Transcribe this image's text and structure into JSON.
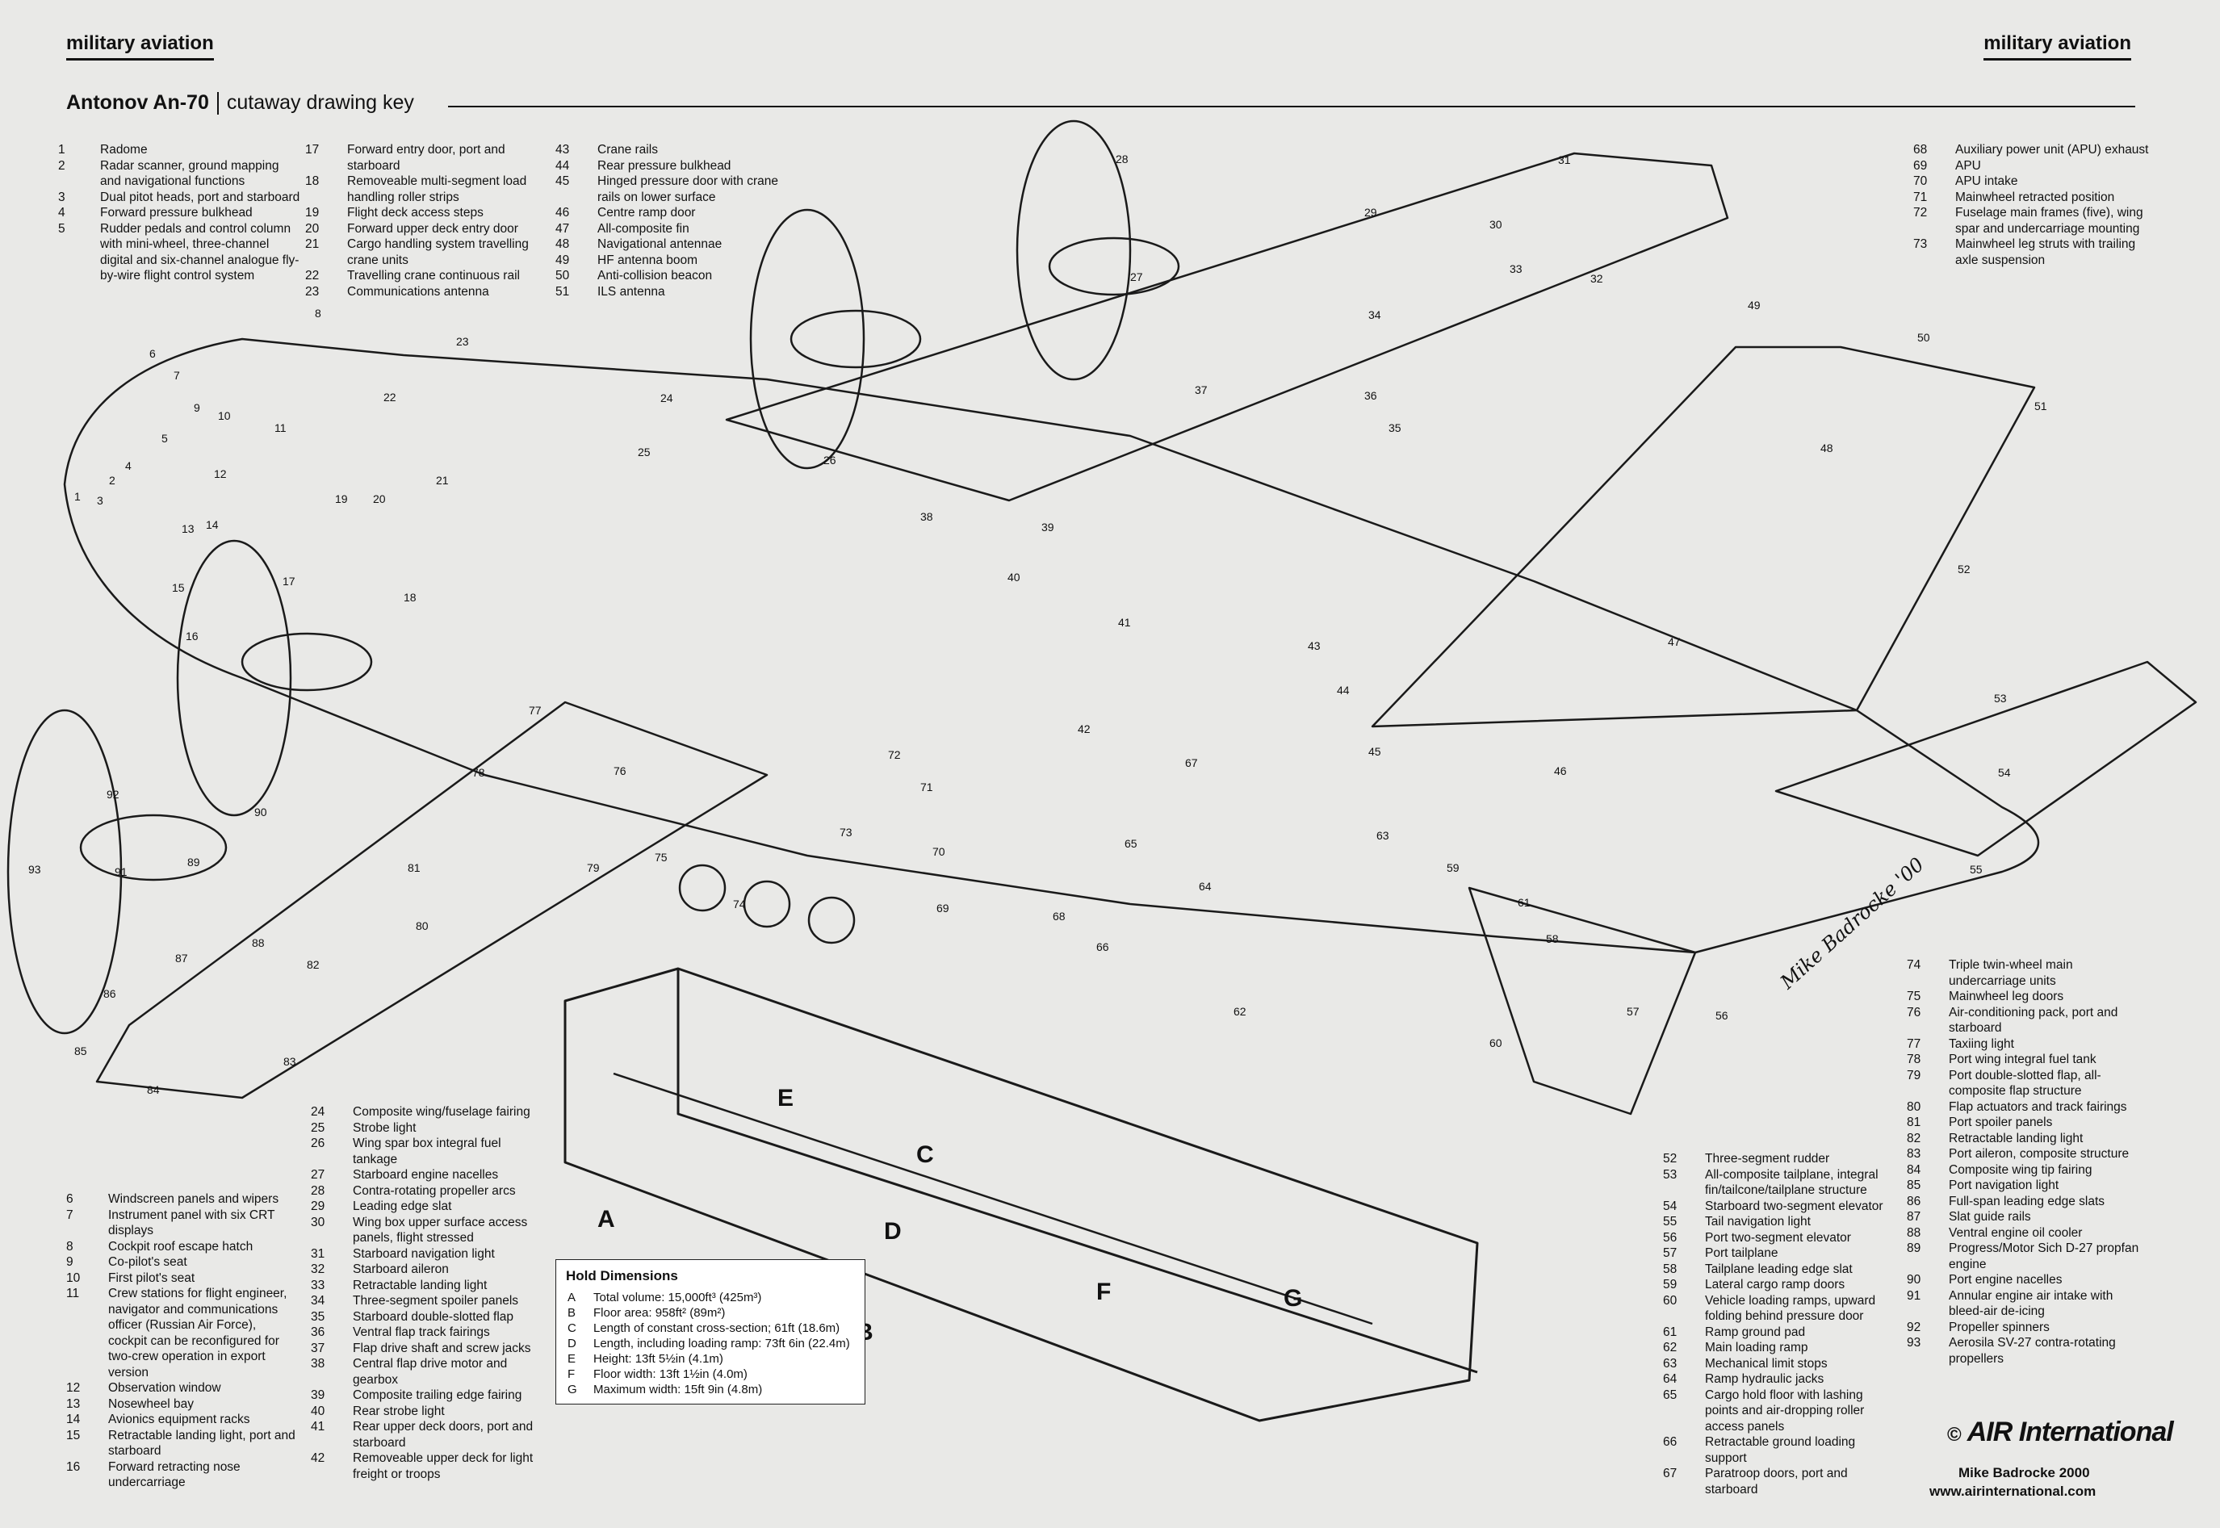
{
  "header": {
    "left": "military aviation",
    "right": "military aviation"
  },
  "title": {
    "main": "Antonov An-70",
    "sub": "cutaway drawing key"
  },
  "key": {
    "col1": [
      {
        "n": "1",
        "t": "Radome"
      },
      {
        "n": "2",
        "t": "Radar scanner, ground mapping and navigational functions"
      },
      {
        "n": "3",
        "t": "Dual pitot heads, port and starboard"
      },
      {
        "n": "4",
        "t": "Forward pressure bulkhead"
      },
      {
        "n": "5",
        "t": "Rudder pedals and control column with mini-wheel, three-channel digital and six-channel analogue fly-by-wire flight control system"
      }
    ],
    "col2": [
      {
        "n": "17",
        "t": "Forward entry door, port and starboard"
      },
      {
        "n": "18",
        "t": "Removeable multi-segment load handling roller strips"
      },
      {
        "n": "19",
        "t": "Flight deck access steps"
      },
      {
        "n": "20",
        "t": "Forward upper deck entry door"
      },
      {
        "n": "21",
        "t": "Cargo handling system travelling crane units"
      },
      {
        "n": "22",
        "t": "Travelling crane continuous rail"
      },
      {
        "n": "23",
        "t": "Communications antenna"
      }
    ],
    "col3": [
      {
        "n": "43",
        "t": "Crane rails"
      },
      {
        "n": "44",
        "t": "Rear pressure bulkhead"
      },
      {
        "n": "45",
        "t": "Hinged pressure door with crane rails on lower surface"
      },
      {
        "n": "46",
        "t": "Centre ramp door"
      },
      {
        "n": "47",
        "t": "All-composite fin"
      },
      {
        "n": "48",
        "t": "Navigational antennae"
      },
      {
        "n": "49",
        "t": "HF antenna boom"
      },
      {
        "n": "50",
        "t": "Anti-collision beacon"
      },
      {
        "n": "51",
        "t": "ILS antenna"
      }
    ],
    "col4": [
      {
        "n": "68",
        "t": "Auxiliary power unit (APU) exhaust"
      },
      {
        "n": "69",
        "t": "APU"
      },
      {
        "n": "70",
        "t": "APU intake"
      },
      {
        "n": "71",
        "t": "Mainwheel retracted position"
      },
      {
        "n": "72",
        "t": "Fuselage main frames (five), wing spar and undercarriage mounting"
      },
      {
        "n": "73",
        "t": "Mainwheel leg struts with trailing axle suspension"
      }
    ],
    "col5": [
      {
        "n": "6",
        "t": "Windscreen panels and wipers"
      },
      {
        "n": "7",
        "t": "Instrument panel with six CRT displays"
      },
      {
        "n": "8",
        "t": "Cockpit roof escape hatch"
      },
      {
        "n": "9",
        "t": "Co-pilot's seat"
      },
      {
        "n": "10",
        "t": "First pilot's seat"
      },
      {
        "n": "11",
        "t": "Crew stations for flight engineer, navigator and communications officer (Russian Air Force), cockpit can be reconfigured for two-crew operation in export version"
      },
      {
        "n": "12",
        "t": "Observation window"
      },
      {
        "n": "13",
        "t": "Nosewheel bay"
      },
      {
        "n": "14",
        "t": "Avionics equipment racks"
      },
      {
        "n": "15",
        "t": "Retractable landing light, port and starboard"
      },
      {
        "n": "16",
        "t": "Forward retracting nose undercarriage"
      }
    ],
    "col6": [
      {
        "n": "24",
        "t": "Composite wing/fuselage fairing"
      },
      {
        "n": "25",
        "t": "Strobe light"
      },
      {
        "n": "26",
        "t": "Wing spar box integral fuel tankage"
      },
      {
        "n": "27",
        "t": "Starboard engine nacelles"
      },
      {
        "n": "28",
        "t": "Contra-rotating propeller arcs"
      },
      {
        "n": "29",
        "t": "Leading edge slat"
      },
      {
        "n": "30",
        "t": "Wing box upper surface access panels, flight stressed"
      },
      {
        "n": "31",
        "t": "Starboard navigation light"
      },
      {
        "n": "32",
        "t": "Starboard aileron"
      },
      {
        "n": "33",
        "t": "Retractable landing light"
      },
      {
        "n": "34",
        "t": "Three-segment spoiler panels"
      },
      {
        "n": "35",
        "t": "Starboard double-slotted flap"
      },
      {
        "n": "36",
        "t": "Ventral flap track fairings"
      },
      {
        "n": "37",
        "t": "Flap drive shaft and screw jacks"
      },
      {
        "n": "38",
        "t": "Central flap drive motor and gearbox"
      },
      {
        "n": "39",
        "t": "Composite trailing edge fairing"
      },
      {
        "n": "40",
        "t": "Rear strobe light"
      },
      {
        "n": "41",
        "t": "Rear upper deck doors, port and starboard"
      },
      {
        "n": "42",
        "t": "Removeable upper deck for light freight or troops"
      }
    ],
    "col7": [
      {
        "n": "52",
        "t": "Three-segment rudder"
      },
      {
        "n": "53",
        "t": "All-composite tailplane, integral fin/tailcone/tailplane structure"
      },
      {
        "n": "54",
        "t": "Starboard two-segment elevator"
      },
      {
        "n": "55",
        "t": "Tail navigation light"
      },
      {
        "n": "56",
        "t": "Port two-segment elevator"
      },
      {
        "n": "57",
        "t": "Port tailplane"
      },
      {
        "n": "58",
        "t": "Tailplane leading edge slat"
      },
      {
        "n": "59",
        "t": "Lateral cargo ramp doors"
      },
      {
        "n": "60",
        "t": "Vehicle loading ramps, upward folding behind pressure door"
      },
      {
        "n": "61",
        "t": "Ramp ground pad"
      },
      {
        "n": "62",
        "t": "Main loading ramp"
      },
      {
        "n": "63",
        "t": "Mechanical limit stops"
      },
      {
        "n": "64",
        "t": "Ramp hydraulic jacks"
      },
      {
        "n": "65",
        "t": "Cargo hold floor with lashing points and air-dropping roller access panels"
      },
      {
        "n": "66",
        "t": "Retractable ground loading support"
      },
      {
        "n": "67",
        "t": "Paratroop doors, port and starboard"
      }
    ],
    "col8": [
      {
        "n": "74",
        "t": "Triple twin-wheel main undercarriage units"
      },
      {
        "n": "75",
        "t": "Mainwheel leg doors"
      },
      {
        "n": "76",
        "t": "Air-conditioning pack, port and starboard"
      },
      {
        "n": "77",
        "t": "Taxiing light"
      },
      {
        "n": "78",
        "t": "Port wing integral fuel tank"
      },
      {
        "n": "79",
        "t": "Port double-slotted flap, all-composite flap structure"
      },
      {
        "n": "80",
        "t": "Flap actuators and track fairings"
      },
      {
        "n": "81",
        "t": "Port spoiler panels"
      },
      {
        "n": "82",
        "t": "Retractable landing light"
      },
      {
        "n": "83",
        "t": "Port aileron, composite structure"
      },
      {
        "n": "84",
        "t": "Composite wing tip fairing"
      },
      {
        "n": "85",
        "t": "Port navigation light"
      },
      {
        "n": "86",
        "t": "Full-span leading edge slats"
      },
      {
        "n": "87",
        "t": "Slat guide rails"
      },
      {
        "n": "88",
        "t": "Ventral engine oil cooler"
      },
      {
        "n": "89",
        "t": "Progress/Motor Sich D-27 propfan engine"
      },
      {
        "n": "90",
        "t": "Port engine nacelles"
      },
      {
        "n": "91",
        "t": "Annular engine air intake with bleed-air de-icing"
      },
      {
        "n": "92",
        "t": "Propeller spinners"
      },
      {
        "n": "93",
        "t": "Aerosila SV-27 contra-rotating propellers"
      }
    ]
  },
  "hold": {
    "title": "Hold Dimensions",
    "items": [
      {
        "n": "A",
        "t": "Total volume: 15,000ft³ (425m³)"
      },
      {
        "n": "B",
        "t": "Floor area: 958ft² (89m²)"
      },
      {
        "n": "C",
        "t": "Length of constant cross-section; 61ft (18.6m)"
      },
      {
        "n": "D",
        "t": "Length, including loading ramp: 73ft 6in (22.4m)"
      },
      {
        "n": "E",
        "t": "Height: 13ft 5½in (4.1m)"
      },
      {
        "n": "F",
        "t": "Floor width: 13ft 1½in (4.0m)"
      },
      {
        "n": "G",
        "t": "Maximum width: 15ft 9in (4.8m)"
      }
    ],
    "letters": [
      "A",
      "B",
      "C",
      "D",
      "E",
      "F",
      "G"
    ]
  },
  "callouts": [
    "1",
    "2",
    "3",
    "4",
    "5",
    "6",
    "7",
    "8",
    "9",
    "10",
    "11",
    "12",
    "13",
    "14",
    "15",
    "16",
    "17",
    "18",
    "19",
    "20",
    "21",
    "22",
    "23",
    "24",
    "25",
    "26",
    "27",
    "28",
    "29",
    "30",
    "31",
    "32",
    "33",
    "34",
    "35",
    "36",
    "37",
    "38",
    "39",
    "40",
    "41",
    "42",
    "43",
    "44",
    "45",
    "46",
    "47",
    "48",
    "49",
    "50",
    "51",
    "52",
    "53",
    "54",
    "55",
    "56",
    "57",
    "58",
    "59",
    "60",
    "61",
    "62",
    "63",
    "64",
    "65",
    "66",
    "67",
    "68",
    "69",
    "70",
    "71",
    "72",
    "73",
    "74",
    "75",
    "76",
    "77",
    "78",
    "79",
    "80",
    "81",
    "82",
    "83",
    "84",
    "85",
    "86",
    "87",
    "88",
    "89",
    "90",
    "91",
    "92",
    "93"
  ],
  "credit": {
    "signature": "Mike Badrocke '00",
    "logo": "AIR International",
    "copyright": "©",
    "name": "Mike Badrocke 2000",
    "url": "www.airinternational.com"
  }
}
